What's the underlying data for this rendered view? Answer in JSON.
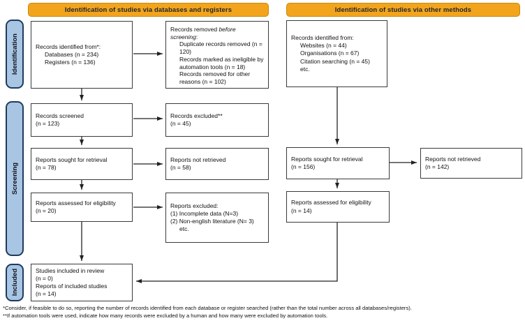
{
  "colors": {
    "banner_fill": "#F2A51C",
    "banner_border": "#C9880E",
    "banner_text": "#1F2430",
    "pill_fill": "#A9C5E4",
    "pill_border": "#1F3B5C",
    "box_border": "#3a3a3a",
    "arrow": "#222222"
  },
  "banners": {
    "left": "Identification of studies via databases and registers",
    "right": "Identification of studies via other methods"
  },
  "stage_labels": {
    "identification": "Identification",
    "screening": "Screening",
    "included": "Included"
  },
  "boxes": {
    "records_identified_db": {
      "title": "Records identified from*:",
      "lines": [
        "Databases (n = 234)",
        "Registers (n = 136)"
      ]
    },
    "records_removed": {
      "title_pre": "Records removed ",
      "title_italic": "before screening",
      "title_post": ":",
      "lines": [
        "Duplicate records removed (n = 120)",
        "Records marked as ineligible by automation tools (n = 18)",
        "Records removed for other reasons (n = 102)"
      ]
    },
    "records_screened": {
      "lines": [
        "Records screened",
        "(n = 123)"
      ]
    },
    "records_excluded": {
      "lines": [
        "Records excluded**",
        "(n = 45)"
      ]
    },
    "reports_sought_db": {
      "lines": [
        "Reports sought for retrieval",
        "(n = 78)"
      ]
    },
    "reports_not_retrieved_db": {
      "lines": [
        "Reports not retrieved",
        "(n = 58)"
      ]
    },
    "reports_assessed_db": {
      "lines": [
        "Reports assessed for eligibility",
        "(n = 20)"
      ]
    },
    "reports_excluded_reasons": {
      "title": "Reports excluded:",
      "lines": [
        "(1) Incomplete data (N=3)",
        "(2) Non-english literature (N= 3)",
        "etc."
      ]
    },
    "records_identified_other": {
      "title": "Records identified from:",
      "lines": [
        "Websites (n = 44)",
        "Organisations (n = 67)",
        "Citation searching (n = 45)",
        "etc."
      ]
    },
    "reports_sought_other": {
      "lines": [
        "Reports sought for retrieval",
        "(n = 156)"
      ]
    },
    "reports_not_retrieved_other": {
      "lines": [
        "Reports not retrieved",
        "(n = 142)"
      ]
    },
    "reports_assessed_other": {
      "lines": [
        "Reports assessed for eligibility",
        "(n = 14)"
      ]
    },
    "included": {
      "lines": [
        "Studies included in review",
        "(n = 0)",
        "Reports of included studies",
        "(n = 14)"
      ]
    }
  },
  "footnotes": [
    "*Consider, if feasible to do so, reporting the number of records identified from each database or register searched (rather than the total number across all databases/registers).",
    "**If automation tools were used, indicate how many records were excluded by a human and how many were excluded by automation tools."
  ]
}
